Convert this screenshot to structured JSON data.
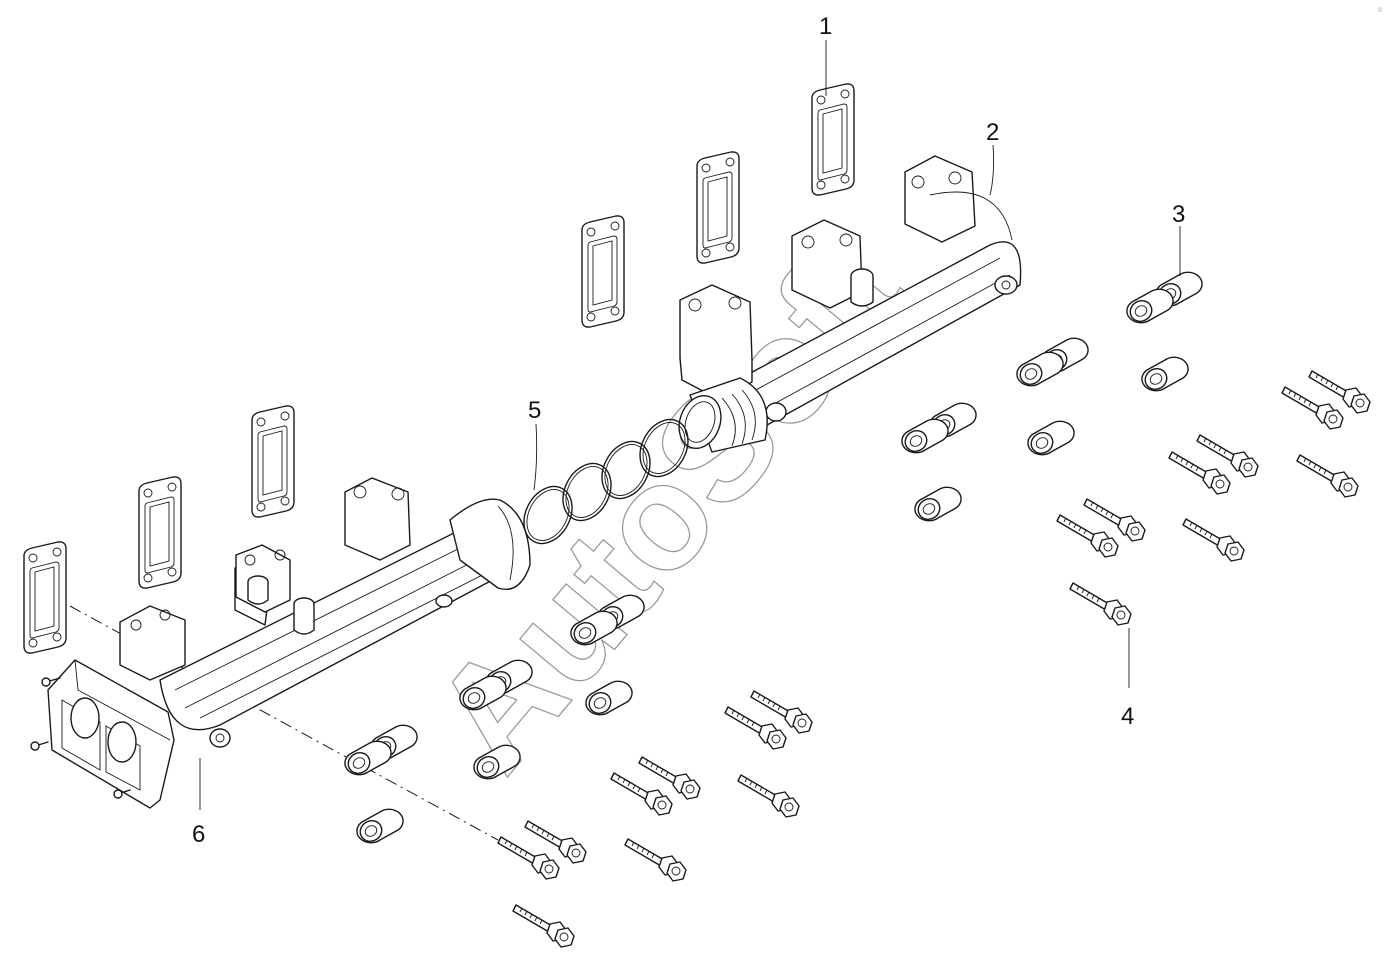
{
  "diagram": {
    "callouts": [
      "1",
      "2",
      "3",
      "4",
      "5",
      "6"
    ],
    "watermark": "AutoSoft",
    "corner_mark": "©"
  },
  "colors": {
    "line": "#1a1a1a",
    "background": "#ffffff",
    "watermark": "#9a9a9a"
  }
}
